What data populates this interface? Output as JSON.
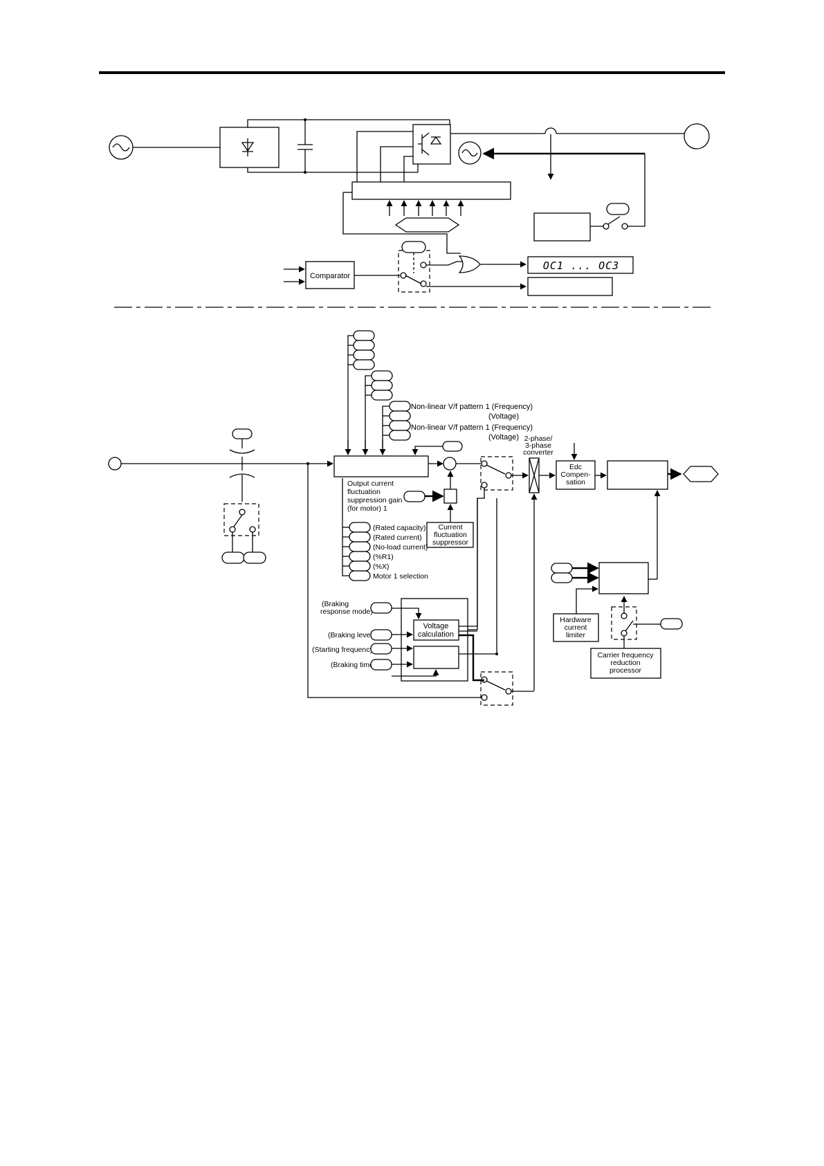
{
  "upper": {
    "comparator_label": "Comparator",
    "alarm_code": "OC1 ... OC3"
  },
  "lower": {
    "vf_pattern_frequency": "Non-linear V/f pattern 1 (Frequency)",
    "vf_pattern_voltage": "(Voltage)",
    "vf_pattern2_frequency": "Non-linear V/f pattern 1 (Frequency)",
    "vf_pattern2_voltage": "(Voltage)",
    "phase_converter": [
      "2-phase/",
      "3-phase",
      "converter"
    ],
    "edc_compensation": [
      "Edc",
      "Compen-",
      "sation"
    ],
    "fluctuation_gain": [
      "Output current",
      "fluctuation",
      "suppression gain",
      "(for motor) 1"
    ],
    "current_fluctuation_suppressor": [
      "Current",
      "fluctuation",
      "suppressor"
    ],
    "motor_params": [
      "(Rated capacity)",
      "(Rated current)",
      "(No-load current)",
      "(%R1)",
      "(%X)",
      "Motor 1 selection"
    ],
    "voltage_calculation": [
      "Voltage",
      "calculation"
    ],
    "braking_response_mode": [
      "(Braking",
      "response mode)"
    ],
    "braking_level": "(Braking level)",
    "starting_frequency": "(Starting frequency)",
    "braking_time": "(Braking time)",
    "hardware_current_limiter": [
      "Hardware",
      "current",
      "limiter"
    ],
    "carrier_frequency_reduction": [
      "Carrier frequency",
      "reduction",
      "processor"
    ]
  }
}
